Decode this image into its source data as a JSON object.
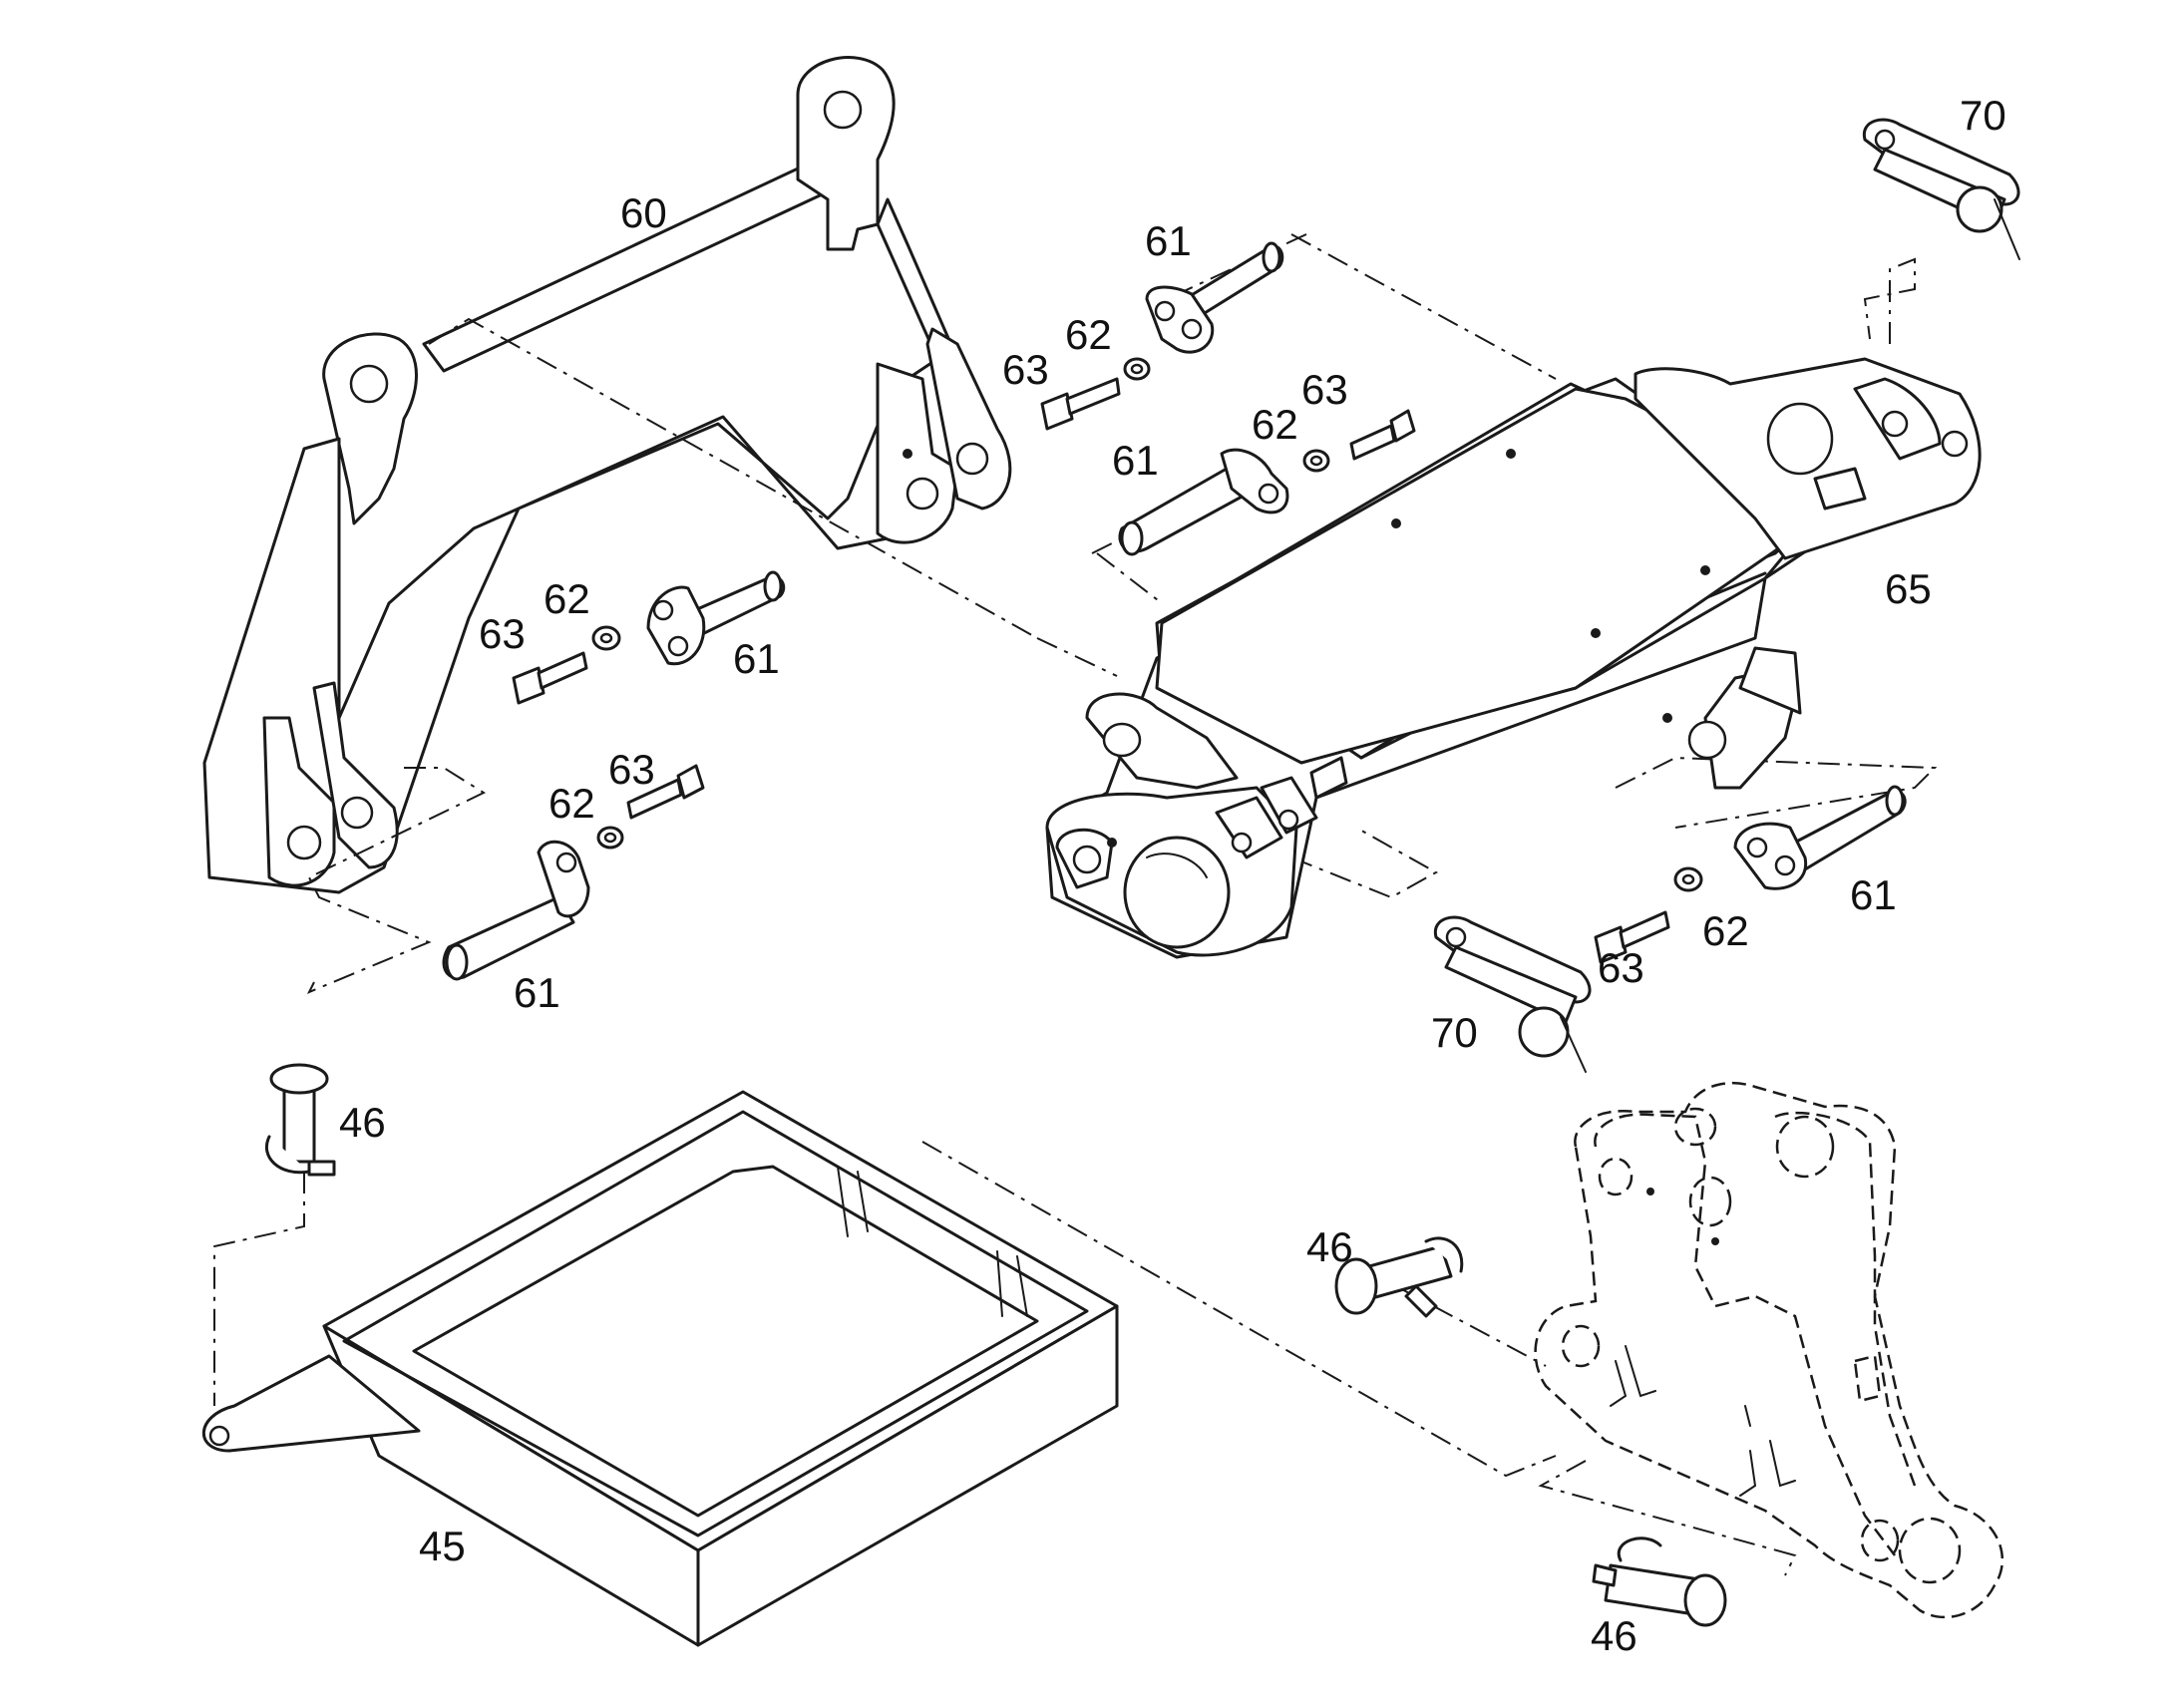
{
  "callouts": {
    "c60": "60",
    "c61_a": "61",
    "c61_b": "61",
    "c61_c": "61",
    "c61_d": "61",
    "c61_e": "61",
    "c62_a": "62",
    "c62_b": "62",
    "c62_c": "62",
    "c62_d": "62",
    "c62_e": "62",
    "c63_a": "63",
    "c63_b": "63",
    "c63_c": "63",
    "c63_d": "63",
    "c63_e": "63",
    "c65": "65",
    "c70_a": "70",
    "c70_b": "70",
    "c45": "45",
    "c46_a": "46",
    "c46_b": "46",
    "c46_c": "46"
  },
  "colors": {
    "ink": "#1a1a1a",
    "paper": "#ffffff"
  }
}
